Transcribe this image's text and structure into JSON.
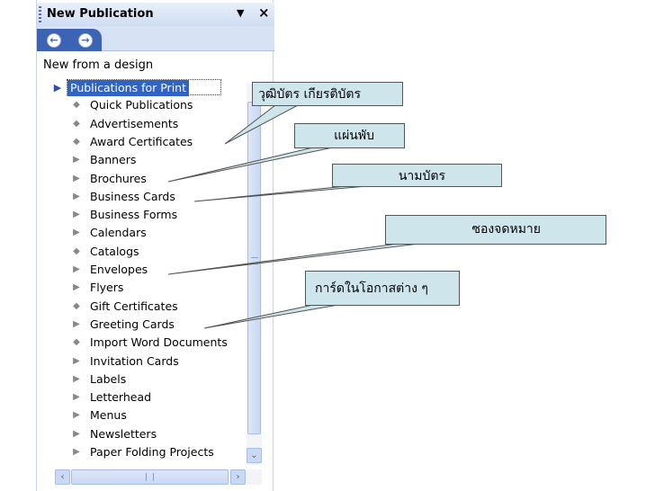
{
  "pane": {
    "title": "New Publication",
    "title_dropdown_glyph": "▼",
    "title_close_glyph": "×",
    "nav_back_glyph": "←",
    "nav_forward_glyph": "→",
    "section_title": "New from a design"
  },
  "tree": {
    "top_item": "Publications for Print",
    "items": [
      {
        "label": "Quick Publications",
        "bullet": "◆"
      },
      {
        "label": "Advertisements",
        "bullet": "◆"
      },
      {
        "label": "Award Certificates",
        "bullet": "◆"
      },
      {
        "label": "Banners",
        "bullet": "▶"
      },
      {
        "label": "Brochures",
        "bullet": "▶"
      },
      {
        "label": "Business Cards",
        "bullet": "▶"
      },
      {
        "label": "Business Forms",
        "bullet": "▶"
      },
      {
        "label": "Calendars",
        "bullet": "▶"
      },
      {
        "label": "Catalogs",
        "bullet": "◆"
      },
      {
        "label": "Envelopes",
        "bullet": "▶"
      },
      {
        "label": "Flyers",
        "bullet": "▶"
      },
      {
        "label": "Gift Certificates",
        "bullet": "◆"
      },
      {
        "label": "Greeting Cards",
        "bullet": "▶"
      },
      {
        "label": "Import Word Documents",
        "bullet": "◆"
      },
      {
        "label": "Invitation Cards",
        "bullet": "▶"
      },
      {
        "label": "Labels",
        "bullet": "▶"
      },
      {
        "label": "Letterhead",
        "bullet": "▶"
      },
      {
        "label": "Menus",
        "bullet": "▶"
      },
      {
        "label": "Newsletters",
        "bullet": "▶"
      },
      {
        "label": "Paper Folding Projects",
        "bullet": "▶"
      }
    ]
  },
  "scrollbar": {
    "down_glyph": "⌄",
    "left_glyph": "‹",
    "right_glyph": "›"
  },
  "callouts": {
    "award_certificates": "วุฒิบัตร เกียรติบัตร",
    "brochures": "แผ่นพับ",
    "business_cards": "นามบัตร",
    "envelopes": "ซองจดหมาย",
    "greeting_cards": "การ์ดในโอกาสต่าง ๆ"
  },
  "colors": {
    "selection": "#3163c5",
    "callout_fill": "#cfe5ec",
    "nav_tab": "#3d63b4"
  }
}
